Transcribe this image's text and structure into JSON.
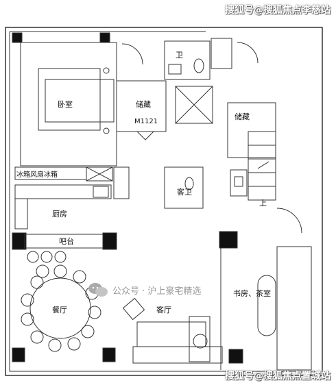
{
  "watermarks": {
    "top": "搜狐号@搜狐焦点李慈站",
    "bottom": "搜狐号@搜狐焦点置城站",
    "center": "公众号 · 沪上豪宅精选",
    "center_icon": "wechat-icon"
  },
  "rooms": {
    "bedroom": "卧室",
    "storage_1": "储藏",
    "door_code": "M1121",
    "bathroom": "卫",
    "storage_2": "储藏",
    "guest_bath": "客卫",
    "stair_up": "上",
    "kitchen": "厨房",
    "bar": "吧台",
    "dining": "餐厅",
    "living": "客厅",
    "study": "书房、茶室"
  },
  "appliances": {
    "label": "冰箱风扇冰箱"
  },
  "colors": {
    "wall": "#111111",
    "line": "#333333",
    "background": "#ffffff"
  }
}
